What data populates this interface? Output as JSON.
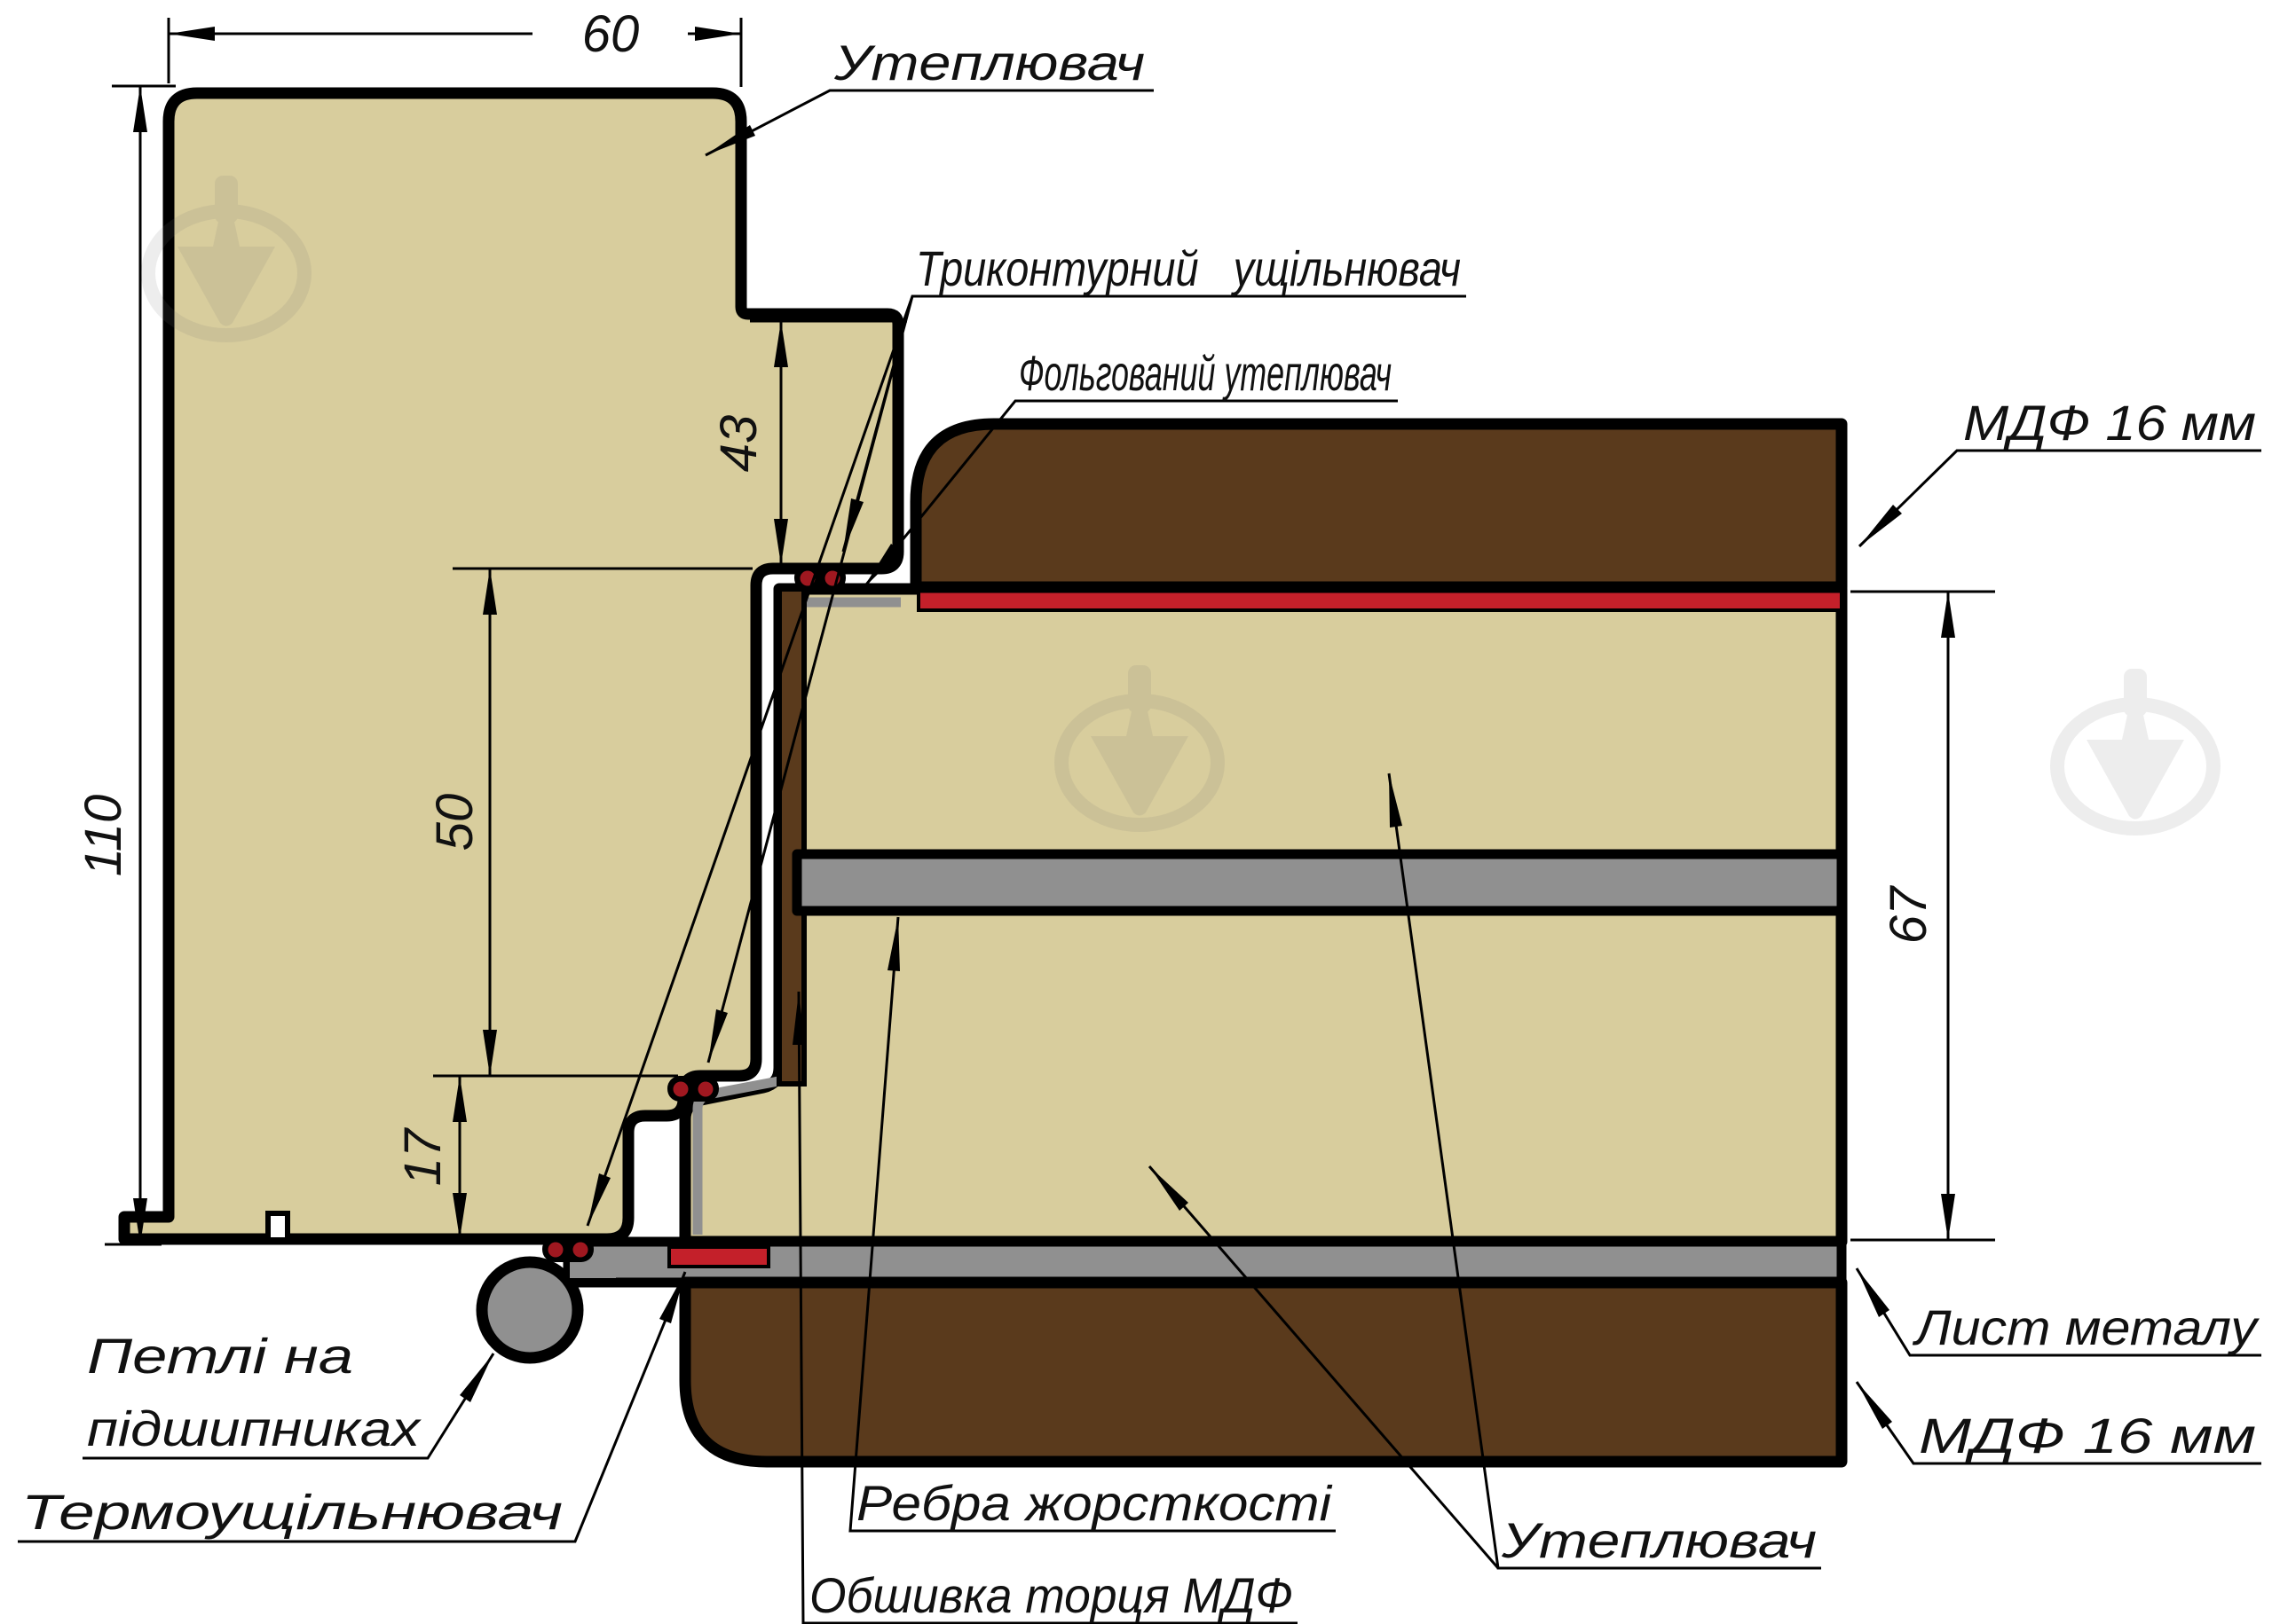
{
  "diagram": {
    "title_none": "",
    "dimensions": {
      "frame_top_width": "60",
      "frame_height": "110",
      "rebate_depth_top": "43",
      "rebate_depth_mid": "50",
      "rebate_depth_bottom": "17",
      "leaf_inner_height": "67"
    },
    "labels": {
      "insulation_top": "Утеплювач",
      "triple_contour_seal": "Триконтурний   ущільнювач",
      "foil_insulation": "Фольгований утеплювач",
      "mdf_top": "МДФ 16 мм",
      "metal_sheet": "Лист металу",
      "mdf_bottom": "МДФ 16 мм",
      "insulation_bottom": "Утеплювач",
      "stiffening_ribs": "Ребра жорсткості",
      "end_cladding_mdf": "Обшивка торця МДФ",
      "hinges_line1": "Петлі на",
      "hinges_line2": "підшипниках",
      "thermal_seal": "Термоущільнювач"
    },
    "colors": {
      "insulation_fill": "#d8cd9d",
      "mdf_fill": "#5a3a1c",
      "foil_and_thermal_seal": "#c4202a",
      "contour_seal": "#a01820",
      "metal": "#909090",
      "outline": "#000000"
    }
  }
}
